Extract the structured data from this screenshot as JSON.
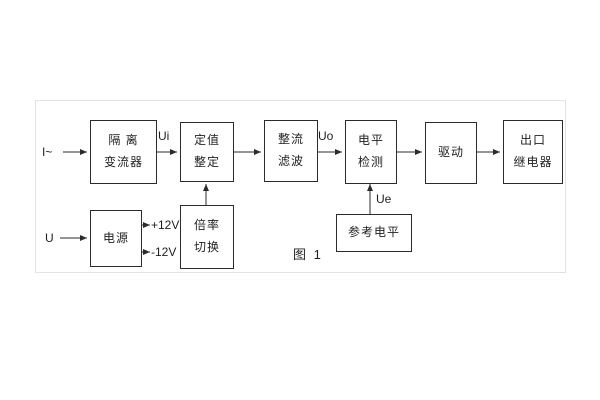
{
  "diagram": {
    "caption": "图 1",
    "inputs": {
      "signal": "I~",
      "power": "U"
    },
    "signals": {
      "ui": "Ui",
      "uo": "Uo",
      "ue": "Ue",
      "plus12": "+12V",
      "minus12": "-12V"
    },
    "blocks": {
      "isolation": {
        "line1": "隔 离",
        "line2": "变流器"
      },
      "setting": {
        "line1": "定值",
        "line2": "整定"
      },
      "rectifier": {
        "line1": "整流",
        "line2": "滤波"
      },
      "level_detect": {
        "line1": "电平",
        "line2": "检测"
      },
      "drive": {
        "label": "驱动"
      },
      "output_relay": {
        "line1": "出口",
        "line2": "继电器"
      },
      "power_supply": {
        "label": "电源"
      },
      "ratio_switch": {
        "line1": "倍率",
        "line2": "切换"
      },
      "reference_level": {
        "label": "参考电平"
      }
    }
  }
}
